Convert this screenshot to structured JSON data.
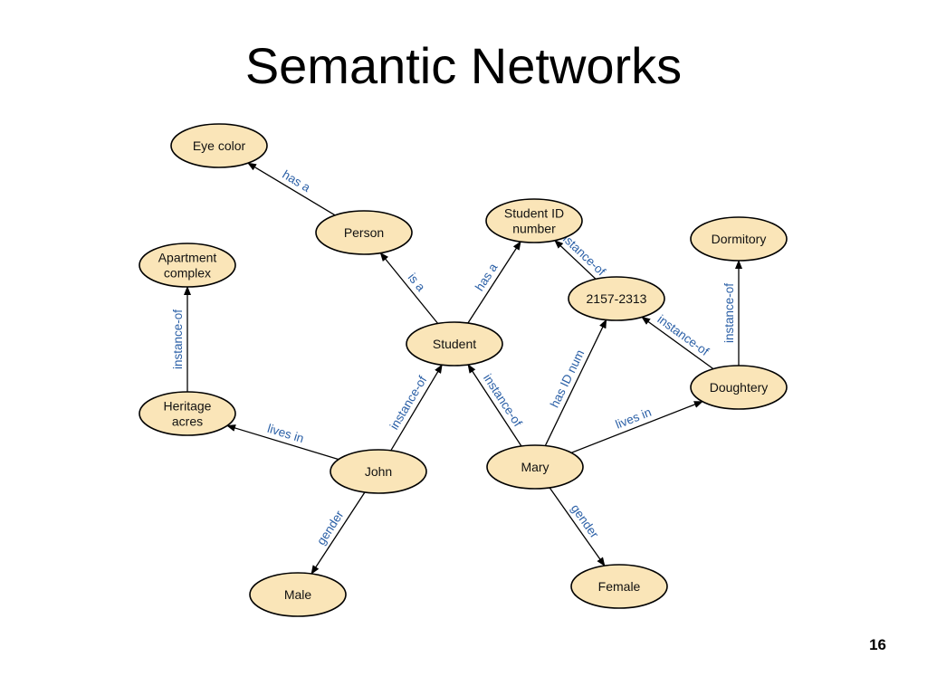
{
  "slide": {
    "title": "Semantic Networks",
    "page_number": "16"
  },
  "colors": {
    "node_fill": "#fae5b8",
    "node_stroke": "#000000",
    "edge_label": "#2a5fa6"
  },
  "nodes": [
    {
      "id": "eye-color",
      "label": [
        "Eye color"
      ]
    },
    {
      "id": "person",
      "label": [
        "Person"
      ]
    },
    {
      "id": "student-id-number",
      "label": [
        "Student ID",
        "number"
      ]
    },
    {
      "id": "dormitory",
      "label": [
        "Dormitory"
      ]
    },
    {
      "id": "apartment-complex",
      "label": [
        "Apartment",
        "complex"
      ]
    },
    {
      "id": "id-2157-2313",
      "label": [
        "2157-2313"
      ]
    },
    {
      "id": "student",
      "label": [
        "Student"
      ]
    },
    {
      "id": "heritage-acres",
      "label": [
        "Heritage",
        "acres"
      ]
    },
    {
      "id": "doughtery",
      "label": [
        "Doughtery"
      ]
    },
    {
      "id": "john",
      "label": [
        "John"
      ]
    },
    {
      "id": "mary",
      "label": [
        "Mary"
      ]
    },
    {
      "id": "male",
      "label": [
        "Male"
      ]
    },
    {
      "id": "female",
      "label": [
        "Female"
      ]
    }
  ],
  "edges": [
    {
      "from": "person",
      "to": "eye-color",
      "label": "has a"
    },
    {
      "from": "student",
      "to": "person",
      "label": "is a"
    },
    {
      "from": "student",
      "to": "student-id-number",
      "label": "has a"
    },
    {
      "from": "id-2157-2313",
      "to": "student-id-number",
      "label": "instance-of"
    },
    {
      "from": "heritage-acres",
      "to": "apartment-complex",
      "label": "instance-of"
    },
    {
      "from": "doughtery",
      "to": "dormitory",
      "label": "instance-of"
    },
    {
      "from": "doughtery",
      "to": "id-2157-2313",
      "label": "instance-of"
    },
    {
      "from": "mary",
      "to": "id-2157-2313",
      "label": "has ID num"
    },
    {
      "from": "john",
      "to": "student",
      "label": "instance-of"
    },
    {
      "from": "mary",
      "to": "student",
      "label": "instance-of"
    },
    {
      "from": "john",
      "to": "heritage-acres",
      "label": "lives in"
    },
    {
      "from": "mary",
      "to": "doughtery",
      "label": "lives in"
    },
    {
      "from": "john",
      "to": "male",
      "label": "gender"
    },
    {
      "from": "mary",
      "to": "female",
      "label": "gender"
    }
  ]
}
